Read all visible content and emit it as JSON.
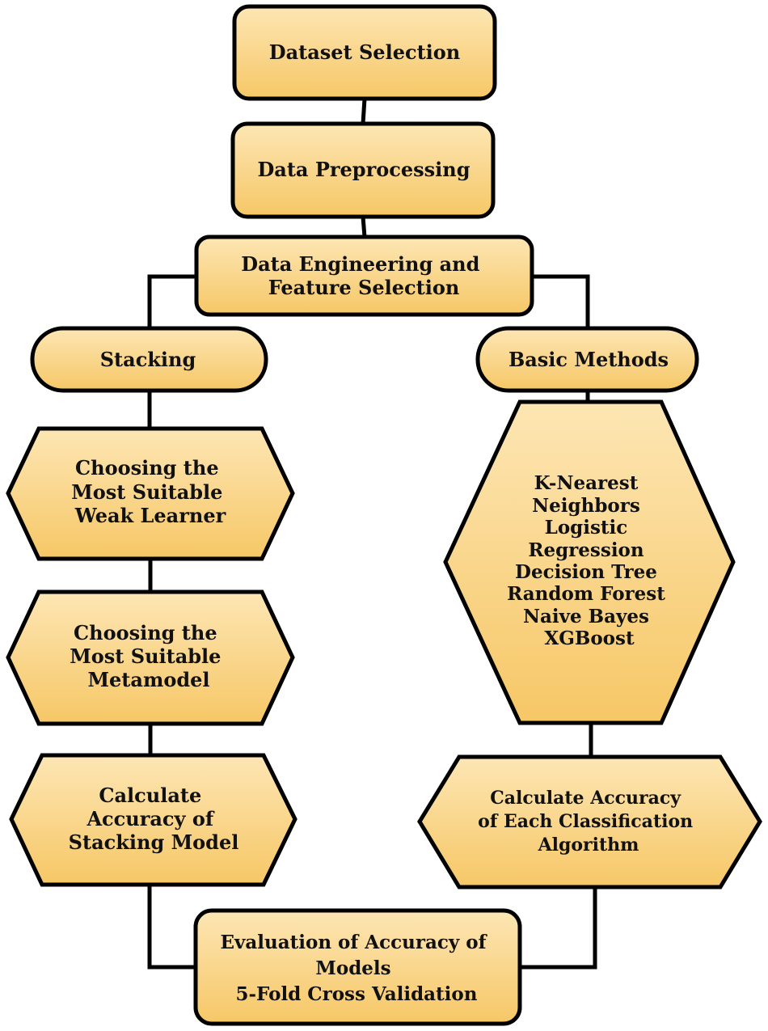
{
  "colors": {
    "fill_light": "#fde6b4",
    "fill_dark": "#f6c766",
    "stroke": "#000000"
  },
  "nodes": {
    "dataset_selection": {
      "lines": [
        "Dataset Selection"
      ]
    },
    "data_preprocessing": {
      "lines": [
        "Data Preprocessing"
      ]
    },
    "data_engineering": {
      "lines": [
        "Data Engineering and",
        "Feature Selection"
      ]
    },
    "stacking": {
      "lines": [
        "Stacking"
      ]
    },
    "basic_methods": {
      "lines": [
        "Basic Methods"
      ]
    },
    "weak_learner": {
      "lines": [
        "Choosing the",
        "Most Suitable",
        "Weak Learner"
      ]
    },
    "metamodel": {
      "lines": [
        "Choosing the",
        "Most Suitable",
        "Metamodel"
      ]
    },
    "stacking_accuracy": {
      "lines": [
        "Calculate",
        "Accuracy of",
        "Stacking Model"
      ]
    },
    "algorithms": {
      "lines": [
        "K-Nearest",
        "Neighbors",
        "Logistic",
        "Regression",
        "Decision Tree",
        "Random Forest",
        "Naive Bayes",
        "XGBoost"
      ]
    },
    "classification_accuracy": {
      "lines": [
        "Calculate Accuracy",
        "of Each Classification",
        "Algorithm"
      ]
    },
    "evaluation": {
      "lines": [
        "Evaluation of Accuracy of",
        "Models",
        "5-Fold Cross Validation"
      ]
    }
  }
}
